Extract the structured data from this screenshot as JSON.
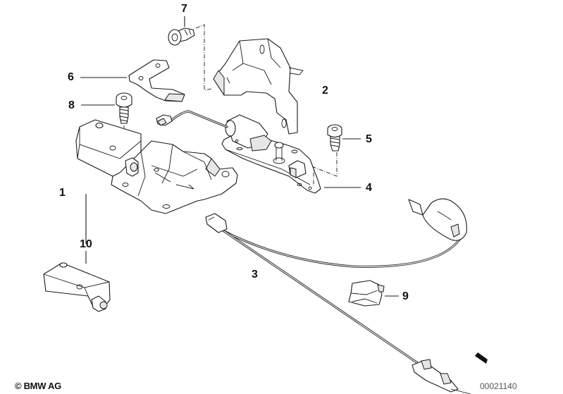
{
  "diagram": {
    "title": "BMW parts diagram - locking actuator assembly",
    "copyright": "© BMW AG",
    "diagram_number": "00021140",
    "callouts": [
      {
        "id": "1",
        "label": "1",
        "part": "actuator-assembly"
      },
      {
        "id": "2",
        "label": "2",
        "part": "bracket"
      },
      {
        "id": "3",
        "label": "3",
        "part": "cable-harness"
      },
      {
        "id": "4",
        "label": "4",
        "part": "actuator-with-mounting-plate"
      },
      {
        "id": "5",
        "label": "5",
        "part": "screw"
      },
      {
        "id": "6",
        "label": "6",
        "part": "holder-strip"
      },
      {
        "id": "7",
        "label": "7",
        "part": "screw"
      },
      {
        "id": "8",
        "label": "8",
        "part": "screw"
      },
      {
        "id": "9",
        "label": "9",
        "part": "clip"
      },
      {
        "id": "10",
        "label": "10",
        "part": "actuator-motor"
      }
    ]
  }
}
